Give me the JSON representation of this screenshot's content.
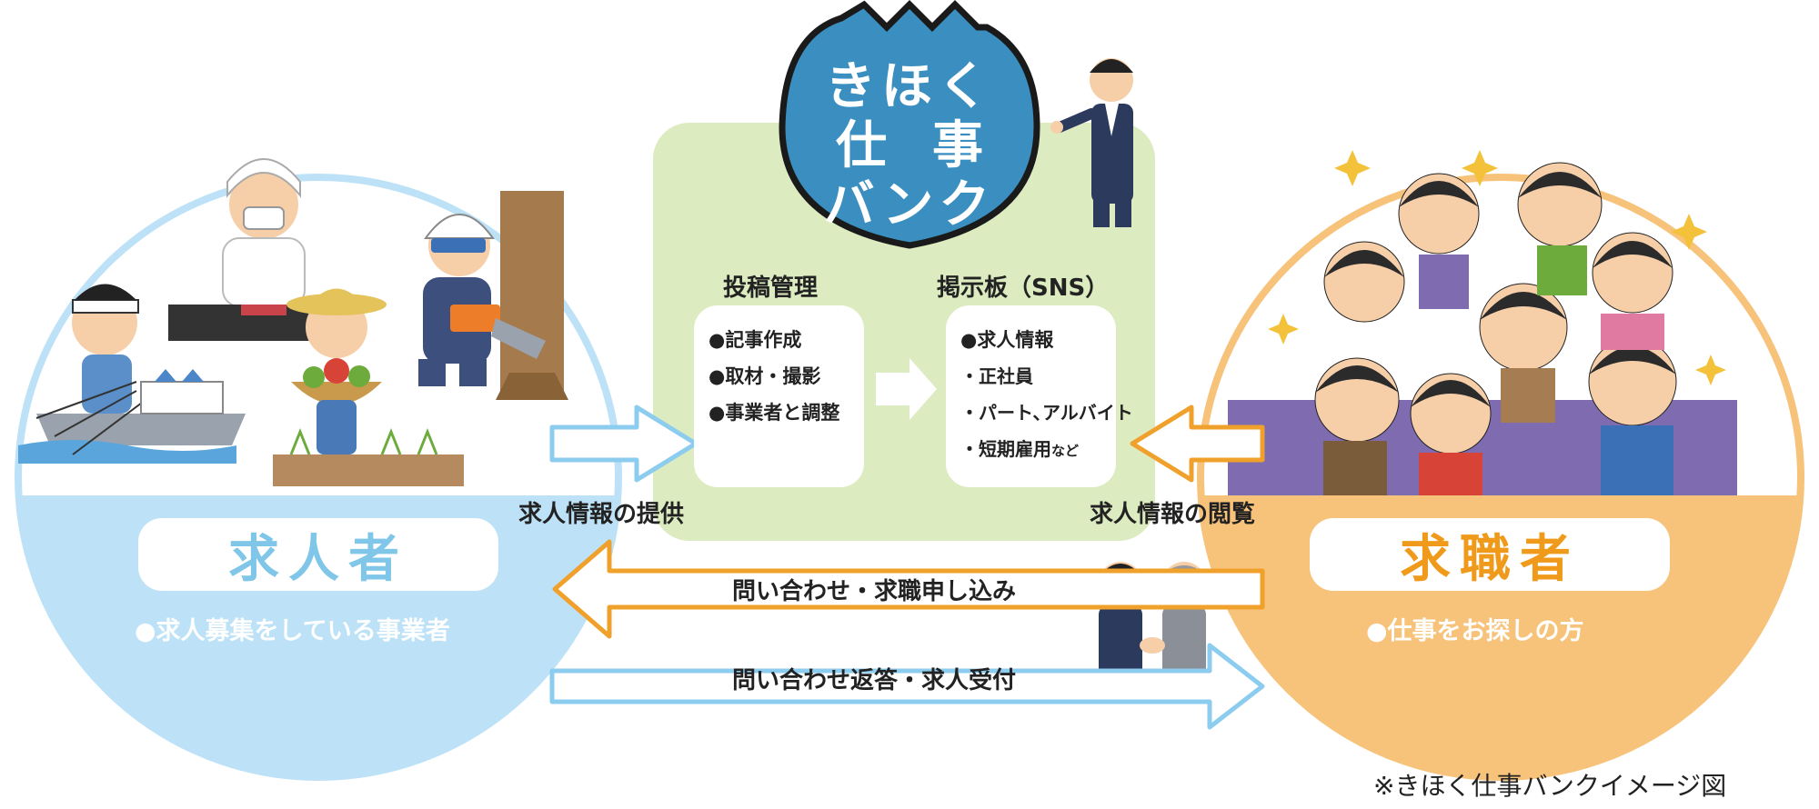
{
  "logo": {
    "line1": "きほく",
    "line2a": "仕",
    "line2b": "事",
    "line3": "バンク"
  },
  "center": {
    "left_heading": "投稿管理",
    "right_heading": "掲示板（SNS）",
    "left_items": [
      "●記事作成",
      "●取材・撮影",
      "●事業者と調整"
    ],
    "right_items": [
      "●求人情報",
      "・正社員",
      "・パート､アルバイト",
      "・短期雇用"
    ],
    "right_note": "など"
  },
  "employer": {
    "title": "求人者",
    "desc": "●求人募集をしている事業者"
  },
  "seeker": {
    "title": "求職者",
    "desc": "●仕事をお探しの方"
  },
  "flows": {
    "provide": "求人情報の提供",
    "browse": "求人情報の閲覧",
    "inquiry": "問い合わせ・求職申し込み",
    "reply": "問い合わせ返答・求人受付"
  },
  "caption": "※きほく仕事バンクイメージ図",
  "colors": {
    "employer_blue": "#bde2f7",
    "employer_title": "#7fc6e8",
    "seeker_orange": "#f7c27a",
    "seeker_title": "#f09a1c",
    "center_green": "#dcebc0",
    "logo_blue": "#3b8fc0",
    "arrow_blue": "#8ccdef",
    "arrow_orange": "#f0a12b"
  }
}
